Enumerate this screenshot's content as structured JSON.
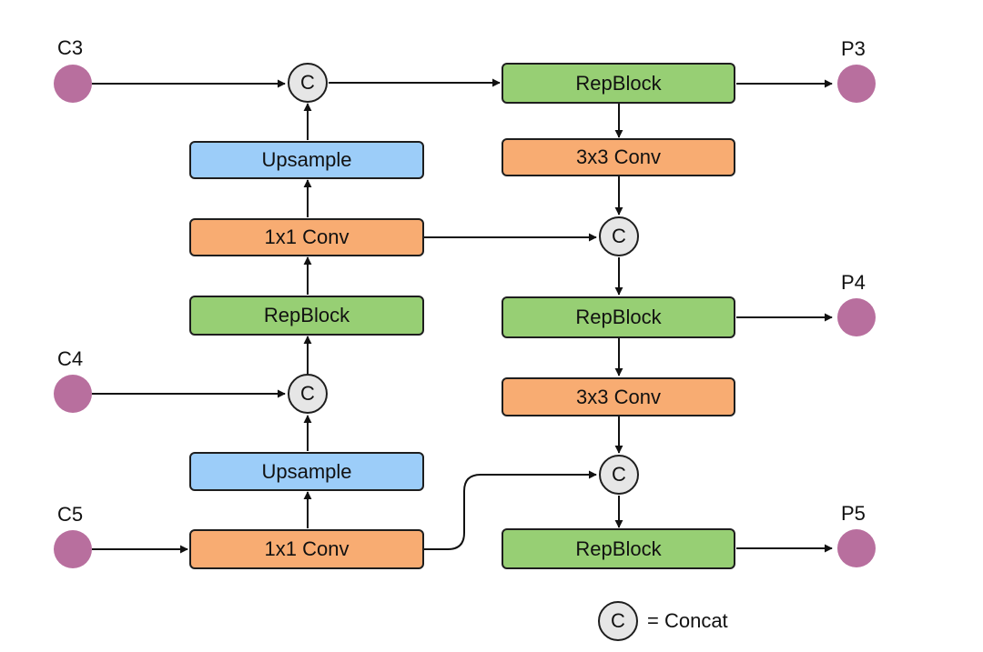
{
  "inputs": {
    "c3": "C3",
    "c4": "C4",
    "c5": "C5"
  },
  "outputs": {
    "p3": "P3",
    "p4": "P4",
    "p5": "P5"
  },
  "blocks": {
    "upsample_top": "Upsample",
    "conv1x1_top": "1x1 Conv",
    "repblock_left": "RepBlock",
    "upsample_bottom": "Upsample",
    "conv1x1_bottom": "1x1 Conv",
    "repblock_p3": "RepBlock",
    "conv3x3_top": "3x3 Conv",
    "repblock_p4": "RepBlock",
    "conv3x3_bottom": "3x3 Conv",
    "repblock_p5": "RepBlock"
  },
  "concat_symbol": "C",
  "legend": {
    "symbol": "C",
    "text": "= Concat"
  },
  "colors": {
    "upsample": "#9ccdf9",
    "conv": "#f8ac72",
    "repblock": "#97cf74",
    "concat": "#e6e6e6",
    "port": "#b86f9e"
  }
}
